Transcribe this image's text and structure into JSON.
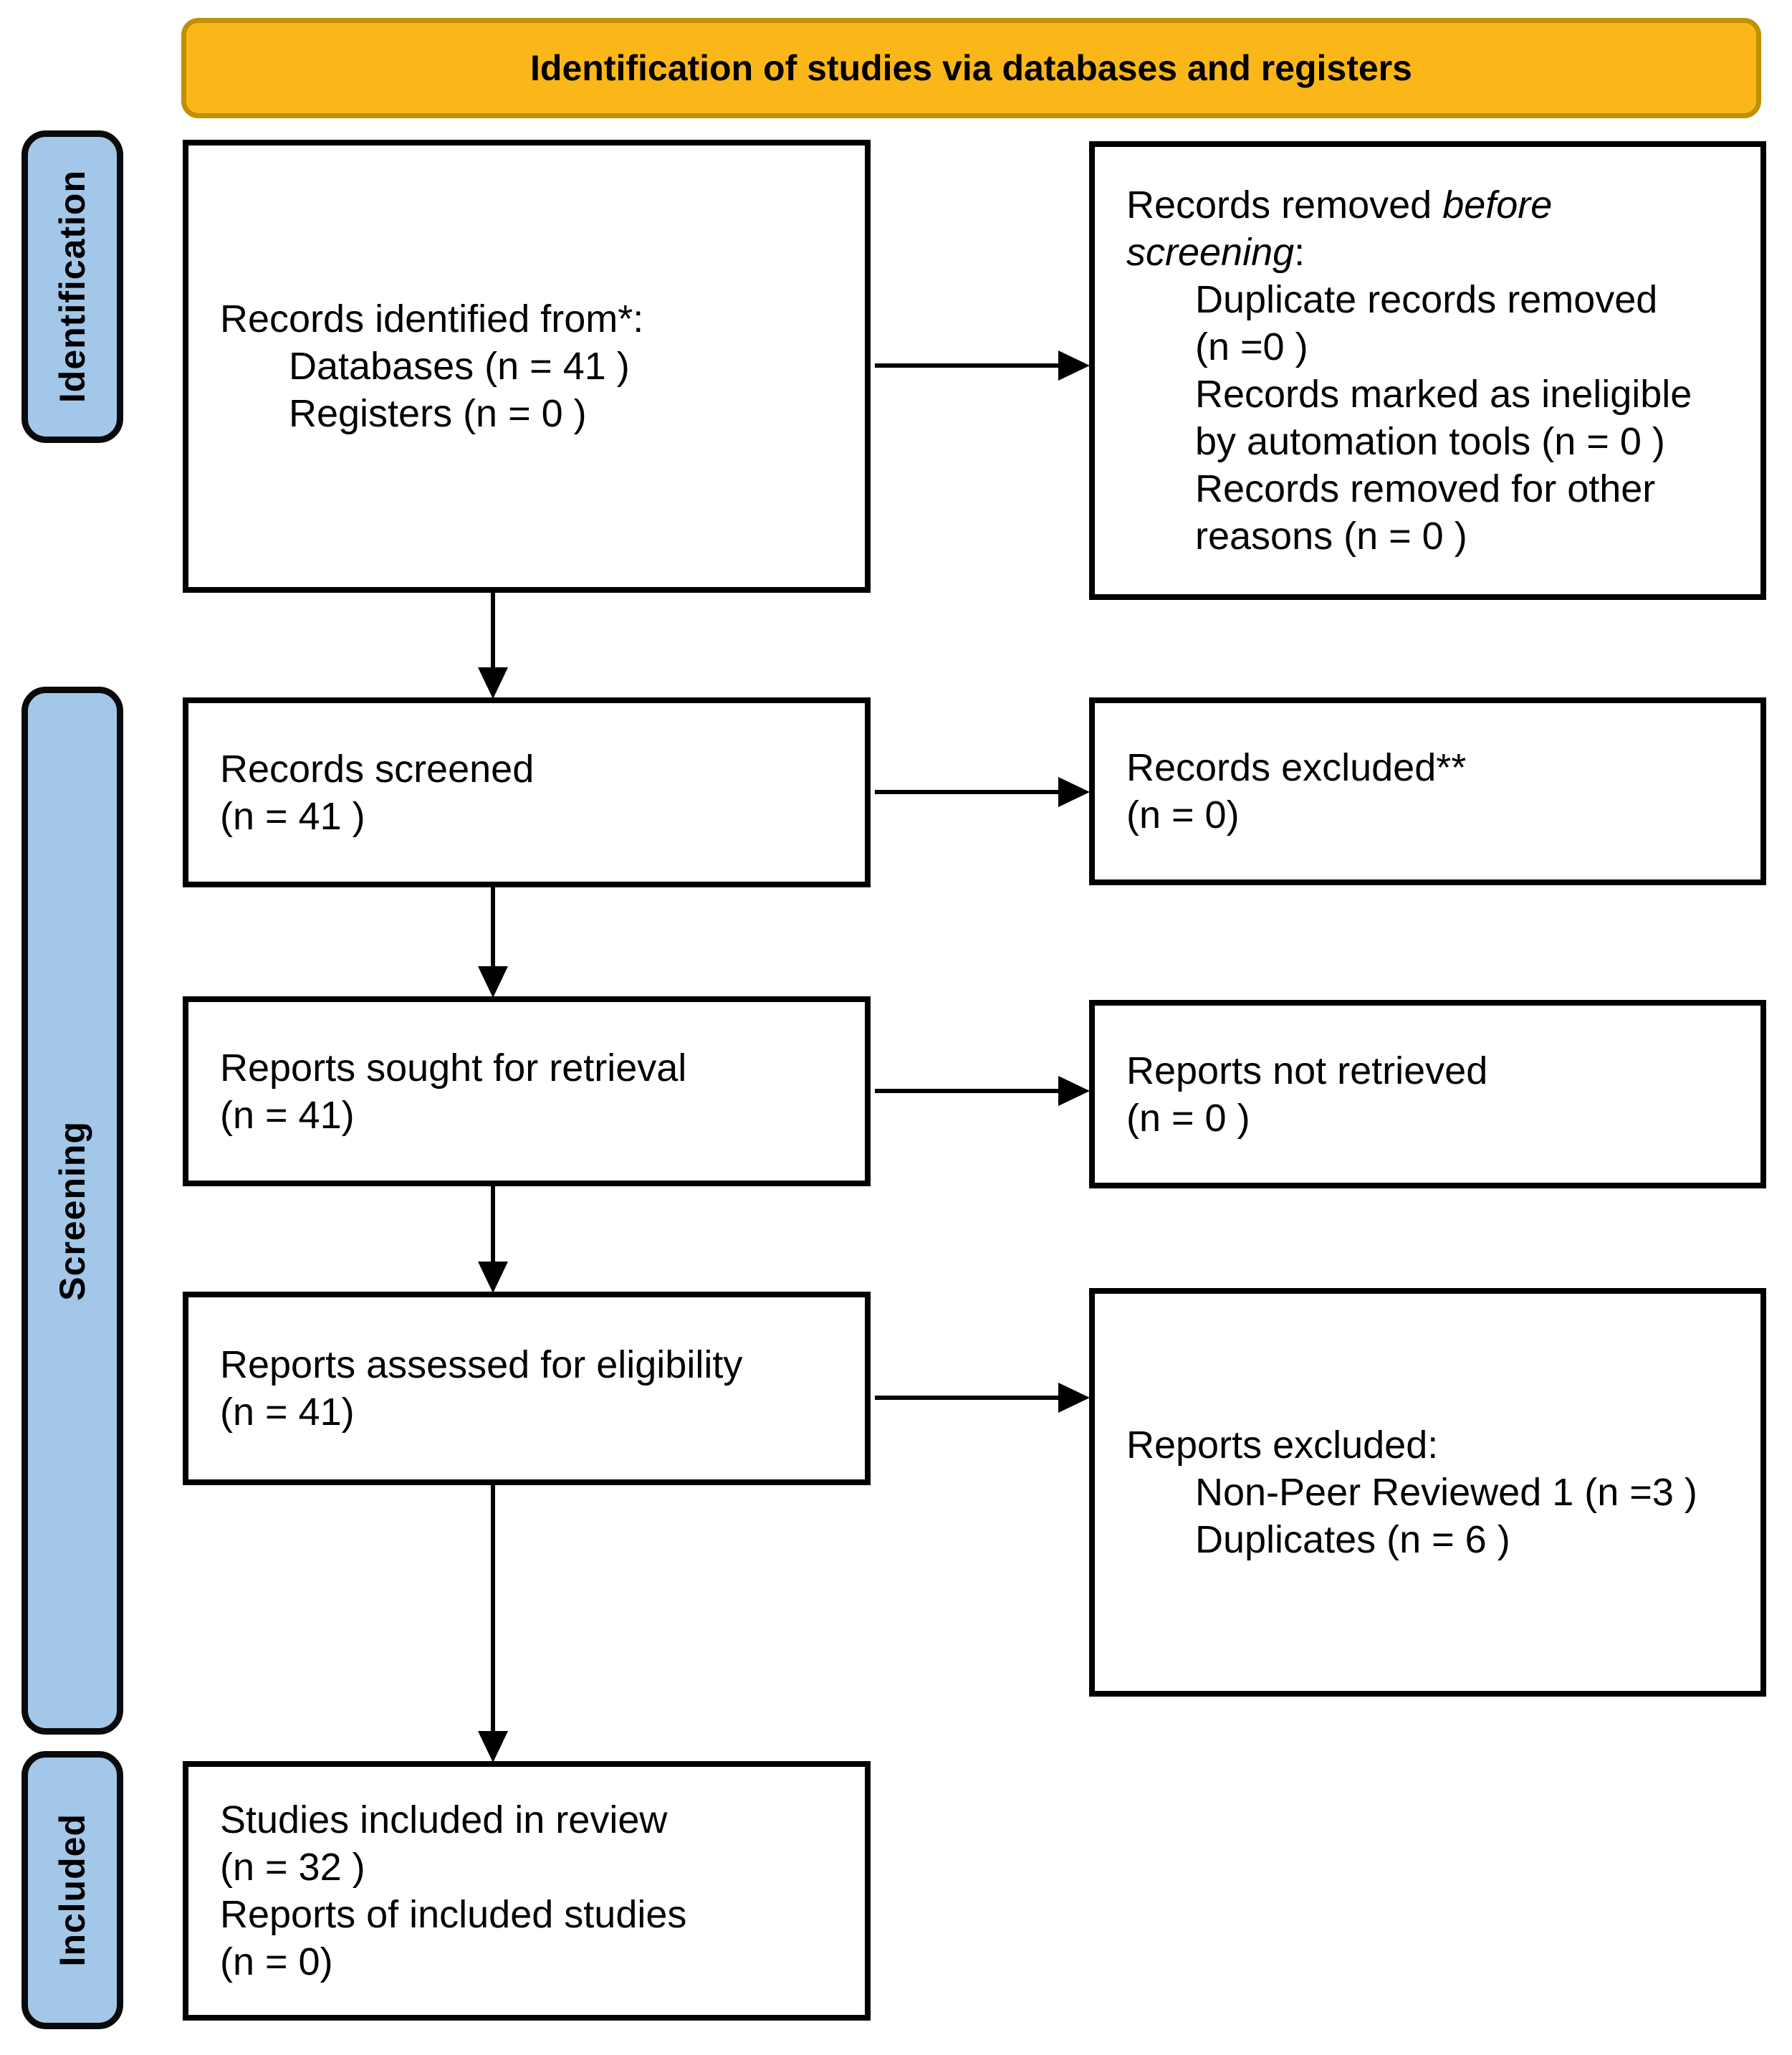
{
  "banner": {
    "title": "Identification of studies via databases and registers"
  },
  "colors": {
    "banner_fill": "#FBB71A",
    "banner_border": "#BF9000",
    "stage_fill": "#A3C7E8",
    "box_border": "#000000"
  },
  "stages": {
    "identification": "Identification",
    "screening": "Screening",
    "included": "Included"
  },
  "boxes": {
    "records_identified": {
      "lines": [
        {
          "t": "Records identified from*:"
        },
        {
          "t": "Databases (n = 41 )",
          "indent": true
        },
        {
          "t": "Registers (n = 0 )",
          "indent": true
        }
      ]
    },
    "records_removed": {
      "lines": [
        {
          "parts": [
            {
              "t": "Records removed "
            },
            {
              "t": "before",
              "i": true
            }
          ]
        },
        {
          "parts": [
            {
              "t": "screening",
              "i": true
            },
            {
              "t": ":"
            }
          ]
        },
        {
          "t": "Duplicate records removed",
          "indent": true
        },
        {
          "t": "(n =0 )",
          "indent": true
        },
        {
          "t": "Records marked as ineligible",
          "indent": true
        },
        {
          "t": "by automation tools (n = 0 )",
          "indent": true
        },
        {
          "t": "Records removed for other",
          "indent": true
        },
        {
          "t": "reasons (n = 0 )",
          "indent": true
        }
      ]
    },
    "records_screened": {
      "lines": [
        {
          "t": "Records screened"
        },
        {
          "t": "(n = 41 )"
        }
      ]
    },
    "records_excluded": {
      "lines": [
        {
          "t": "Records excluded**"
        },
        {
          "t": "(n = 0)"
        }
      ]
    },
    "reports_sought": {
      "lines": [
        {
          "t": "Reports sought for retrieval"
        },
        {
          "t": "(n = 41)"
        }
      ]
    },
    "reports_not_retrieved": {
      "lines": [
        {
          "t": "Reports not retrieved"
        },
        {
          "t": "(n = 0 )"
        }
      ]
    },
    "reports_assessed": {
      "lines": [
        {
          "t": "Reports assessed for eligibility"
        },
        {
          "t": "(n = 41)"
        }
      ]
    },
    "reports_excluded": {
      "lines": [
        {
          "t": "Reports excluded:"
        },
        {
          "t": "Non-Peer Reviewed 1 (n =3 )",
          "indent": true
        },
        {
          "t": "Duplicates (n = 6 )",
          "indent": true
        }
      ]
    },
    "studies_included": {
      "lines": [
        {
          "t": "Studies included in review"
        },
        {
          "t": "(n = 32 )"
        },
        {
          "t": "Reports of included studies"
        },
        {
          "t": "(n = 0)"
        }
      ]
    }
  }
}
